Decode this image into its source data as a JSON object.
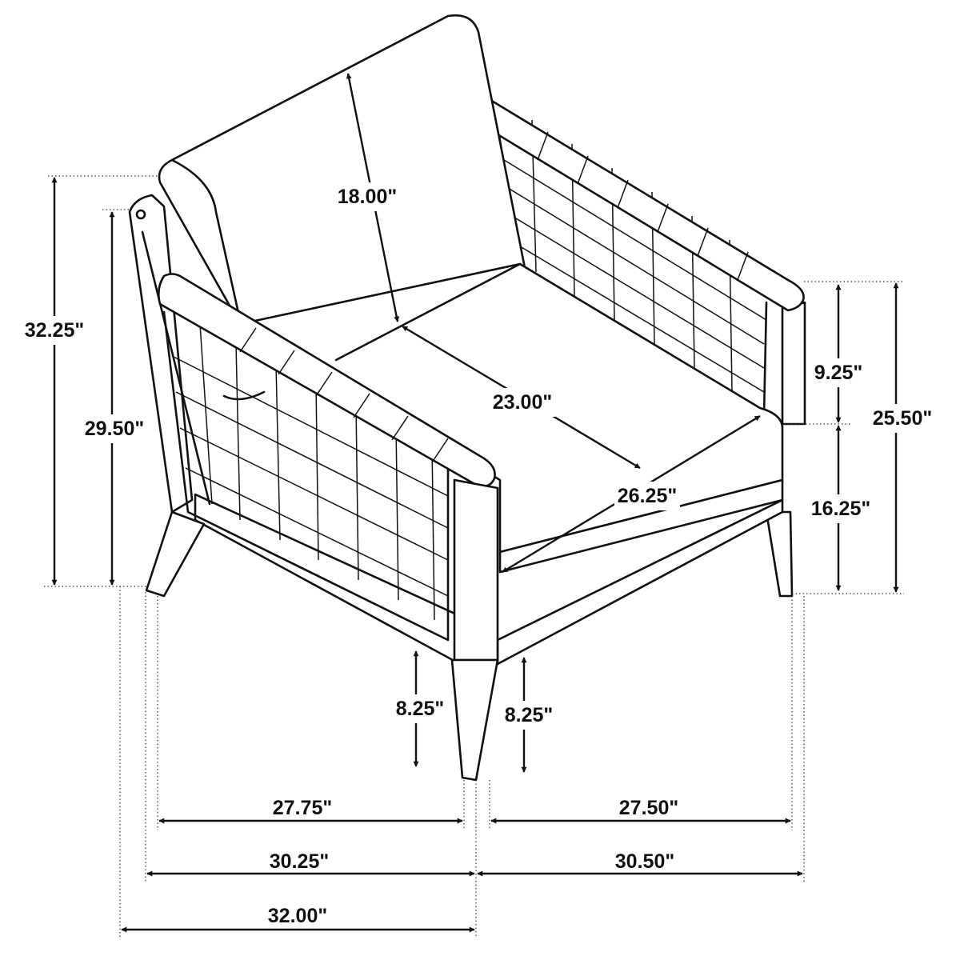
{
  "dimensions": {
    "overall_height": "32.25\"",
    "back_height": "29.50\"",
    "back_cushion": "18.00\"",
    "seat_depth": "23.00\"",
    "seat_width": "26.25\"",
    "arm_above_seat": "9.25\"",
    "seat_height": "16.25\"",
    "arm_height": "25.50\"",
    "leg_height_left": "8.25\"",
    "leg_height_right": "8.25\"",
    "depth_inner": "27.75\"",
    "width_inner": "27.50\"",
    "depth_mid": "30.25\"",
    "width_outer": "30.50\"",
    "depth_overall": "32.00\""
  }
}
